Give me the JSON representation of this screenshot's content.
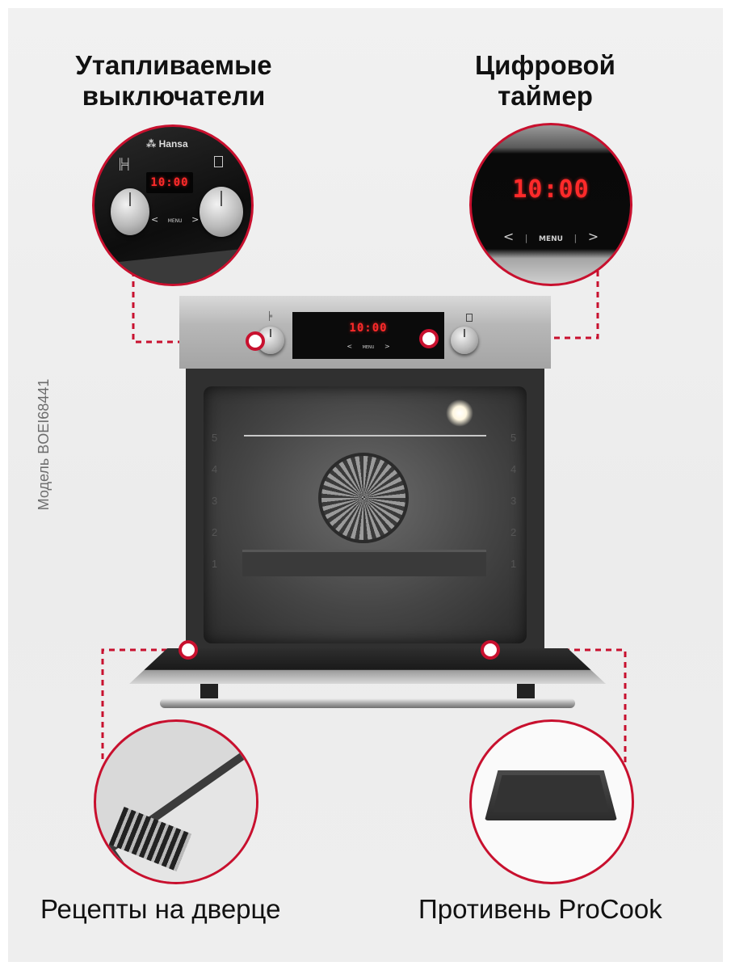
{
  "features": {
    "knobs": {
      "title_line1": "Утапливаемые",
      "title_line2": "выключатели"
    },
    "timer": {
      "title_line1": "Цифровой",
      "title_line2": "таймер"
    },
    "recipes": {
      "caption": "Рецепты на дверце"
    },
    "tray": {
      "caption": "Противень ProCook"
    }
  },
  "model_label": "Модель BOEI68441",
  "panel": {
    "brand": "Hansa",
    "display": "10:00",
    "menu_label": "MENU",
    "prev_symbol": "<",
    "next_symbol": ">"
  },
  "shelf_levels": [
    "5",
    "4",
    "3",
    "2",
    "1"
  ],
  "colors": {
    "accent": "#c8102e",
    "display": "#ff2a2a",
    "panel": "#101010"
  },
  "icons": [
    "oven-mode-icon",
    "clock-icon"
  ]
}
